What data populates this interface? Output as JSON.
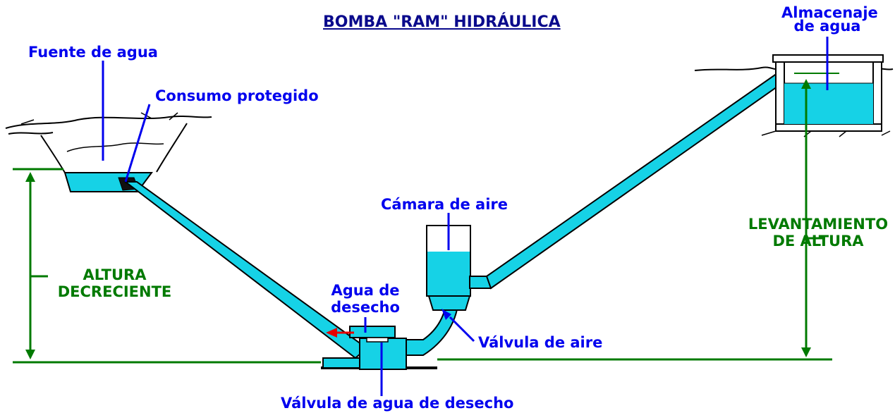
{
  "title": "BOMBA \"RAM\" HIDRÁULICA",
  "labels": {
    "water_source": "Fuente de agua",
    "protected_intake": "Consumo protegido",
    "water_storage_line1": "Almacenaje",
    "water_storage_line2": "de agua",
    "air_chamber": "Cámara de aire",
    "waste_water_line1": "Agua de",
    "waste_water_line2": "desecho",
    "air_valve": "Válvula de aire",
    "waste_valve": "Válvula de agua de desecho",
    "fall_height_line1": "ALTURA",
    "fall_height_line2": "DECRECIENTE",
    "lift_height_line1": "LEVANTAMIENTO",
    "lift_height_line2": "DE ALTURA"
  },
  "colors": {
    "water": "#16d2e6",
    "label_blue": "#0000ee",
    "dimension_green": "#007a00",
    "outline": "#000000",
    "flow_arrow": "#e60000"
  }
}
